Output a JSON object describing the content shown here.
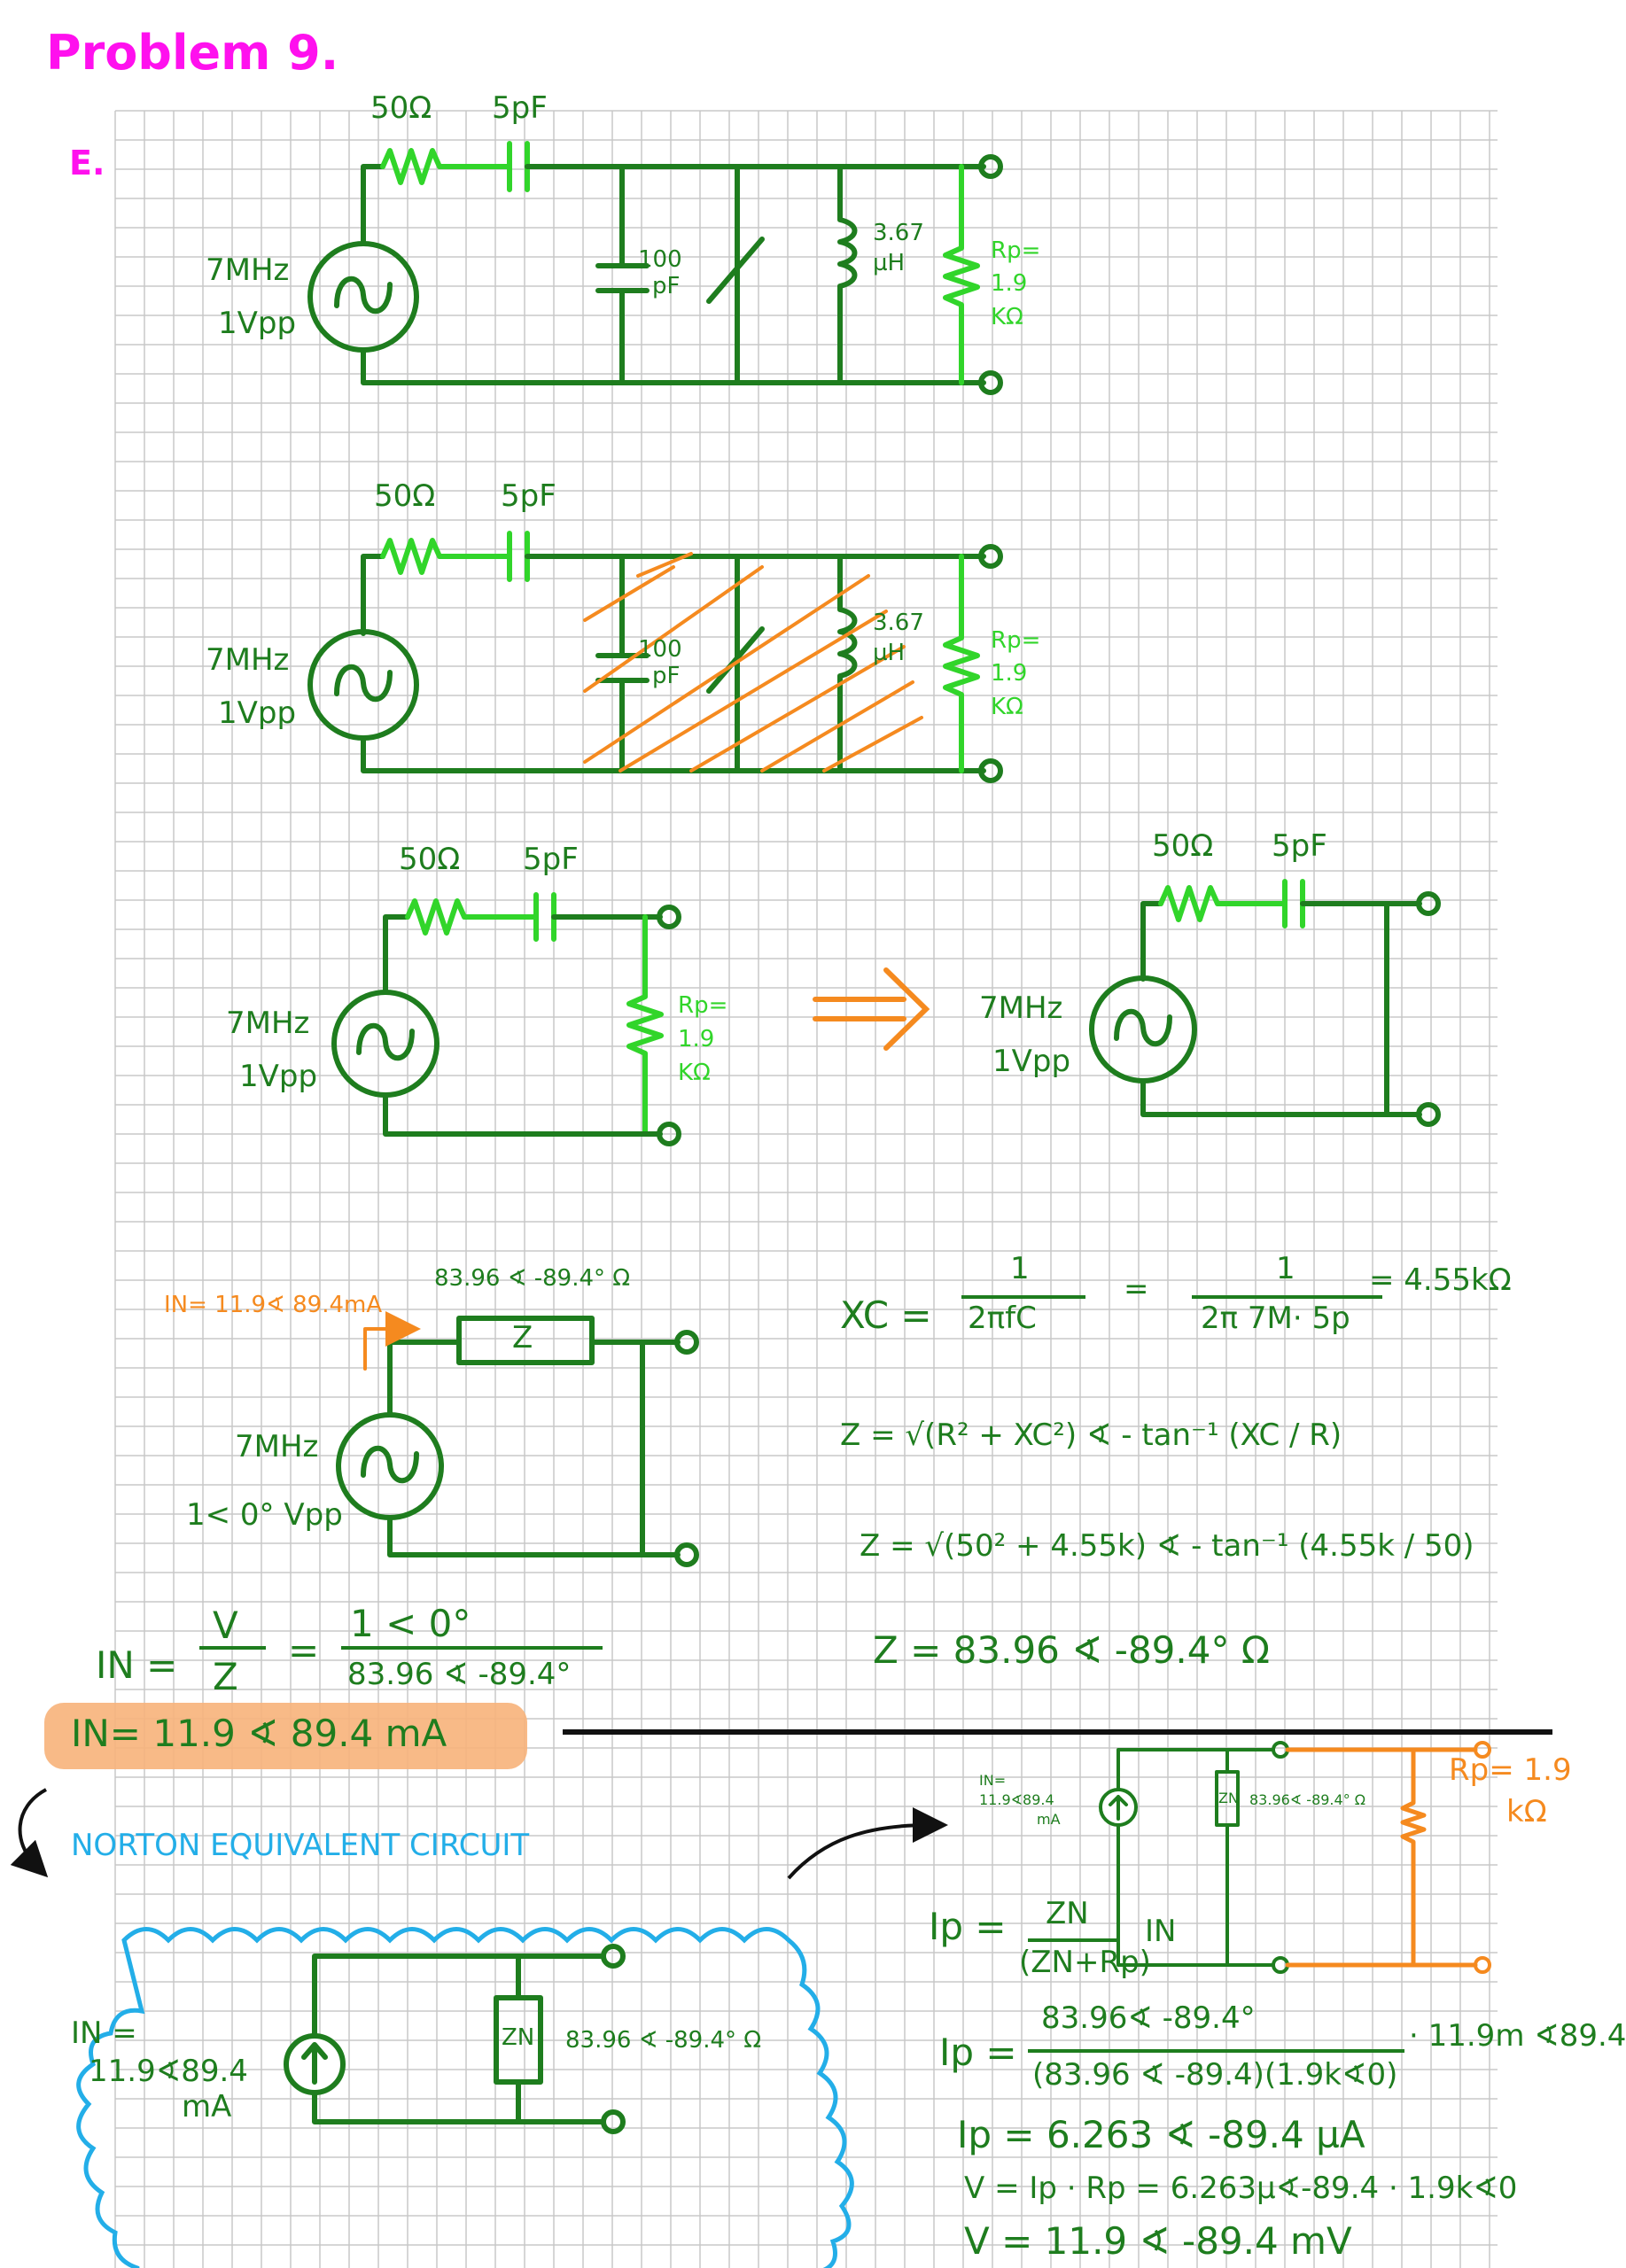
{
  "page": {
    "title": "Problem 9.",
    "section": "E."
  },
  "source": {
    "freq": "7MHz",
    "amp": "1Vpp",
    "amp_phase": "1< 0° Vpp"
  },
  "components": {
    "r_source": "50Ω",
    "c_series": "5pF",
    "c_tank": "100",
    "c_tank_unit": "pF",
    "l_tank": "3.67",
    "l_tank_unit": "µH",
    "rp_1": "Rp=",
    "rp_2": "1.9",
    "rp_3": "KΩ",
    "z_box": "Z",
    "zn_box": "ZN"
  },
  "stage4": {
    "in_label": "IN= 11.9∢ 89.4mA",
    "z_value": "83.96 ∢ -89.4° Ω"
  },
  "calc": {
    "xc_lhs": "XC =",
    "xc_num": "1",
    "xc_den": "2πfC",
    "xc_eq": "=",
    "xc_num2": "1",
    "xc_den2": "2π 7M· 5p",
    "xc_result": "= 4.55kΩ",
    "z_formula": "Z = √(R² + XC²)  ∢ - tan⁻¹ (XC / R)",
    "z_sub": "Z = √(50² + 4.55k)  ∢ - tan⁻¹ (4.55k / 50)",
    "z_result": "Z = 83.96 ∢ -89.4° Ω",
    "in_lhs": "IN =",
    "in_frac_num": "V",
    "in_frac_den": "Z",
    "in_eq": "=",
    "in_num": "1 < 0°",
    "in_den": "83.96 ∢ -89.4°",
    "in_result": "IN= 11.9 ∢ 89.4 mA"
  },
  "norton": {
    "heading": "NORTON EQUIVALENT CIRCUIT",
    "in_1": "IN =",
    "in_2": "11.9∢89.4",
    "in_3": "mA",
    "zn_value": "83.96 ∢ -89.4° Ω",
    "small_in_1": "IN=",
    "small_in_2": "11.9∢89.4",
    "small_in_3": "mA",
    "small_zn_value": "83.96∢ -89.4° Ω",
    "rp_1": "Rp= 1.9",
    "rp_2": "kΩ"
  },
  "current_div": {
    "ip_lhs": "Ip =",
    "ip_num": "ZN",
    "ip_den": "(ZN+Rp)",
    "ip_mult": "IN",
    "ip2_lhs": "Ip =",
    "ip2_num": "83.96∢ -89.4°",
    "ip2_den": "(83.96 ∢ -89.4)(1.9k∢0)",
    "ip2_mult": "· 11.9m ∢89.4",
    "ip3": "Ip = 6.263 ∢ -89.4 µA",
    "v1": "V = Ip · Rp = 6.263µ∢-89.4 · 1.9k∢0",
    "v2": "V = 11.9 ∢ -89.4 mV"
  },
  "colors": {
    "dark_green": "#1e7d1e",
    "light_green": "#31d52a",
    "orange": "#f58a1f",
    "blue": "#23aee8",
    "magenta": "#ff10ee",
    "grid": "#c8c8c8"
  }
}
